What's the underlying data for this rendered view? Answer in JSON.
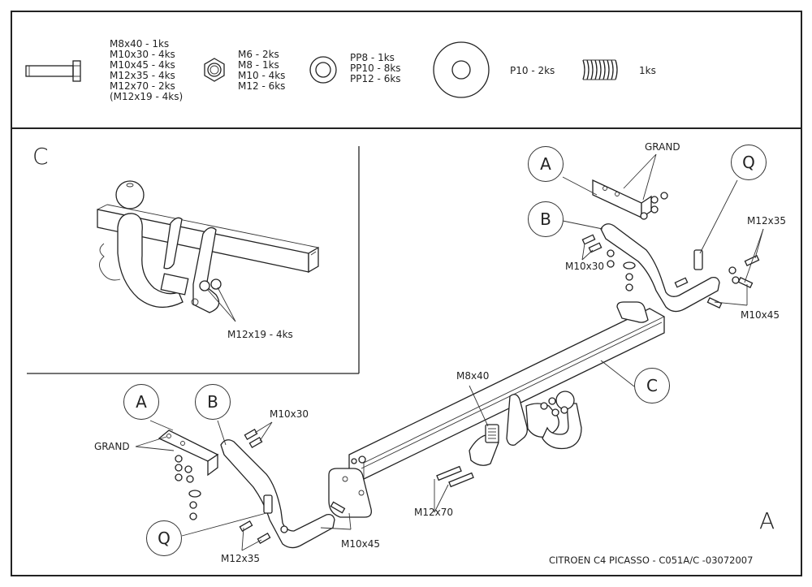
{
  "parts_legend": {
    "bolts": [
      "M8x40 - 1ks",
      "M10x30 - 4ks",
      "M10x45 - 4ks",
      "M12x35 - 4ks",
      "M12x70 - 2ks",
      "(M12x19 - 4ks)"
    ],
    "nuts": [
      "M6 - 2ks",
      "M8 - 1ks",
      "M10 - 4ks",
      "M12 - 6ks"
    ],
    "spring_washers": [
      "PP8 - 1ks",
      "PP10 - 8ks",
      "PP12 - 6ks"
    ],
    "flat_washer": "P10 - 2ks",
    "spring": "1ks"
  },
  "detail_view": {
    "title": "C",
    "label": "M12x19 - 4ks"
  },
  "main_view": {
    "view_letter": "A",
    "callouts": {
      "a": "A",
      "b": "B",
      "c": "C",
      "q": "Q"
    },
    "labels": {
      "grand": "GRAND",
      "m10x30": "M10x30",
      "m10x45": "M10x45",
      "m12x35": "M12x35",
      "m8x40": "M8x40",
      "m12x70": "M12x70"
    },
    "title_block": "CITROEN C4 PICASSO - C051A/C -03072007"
  }
}
